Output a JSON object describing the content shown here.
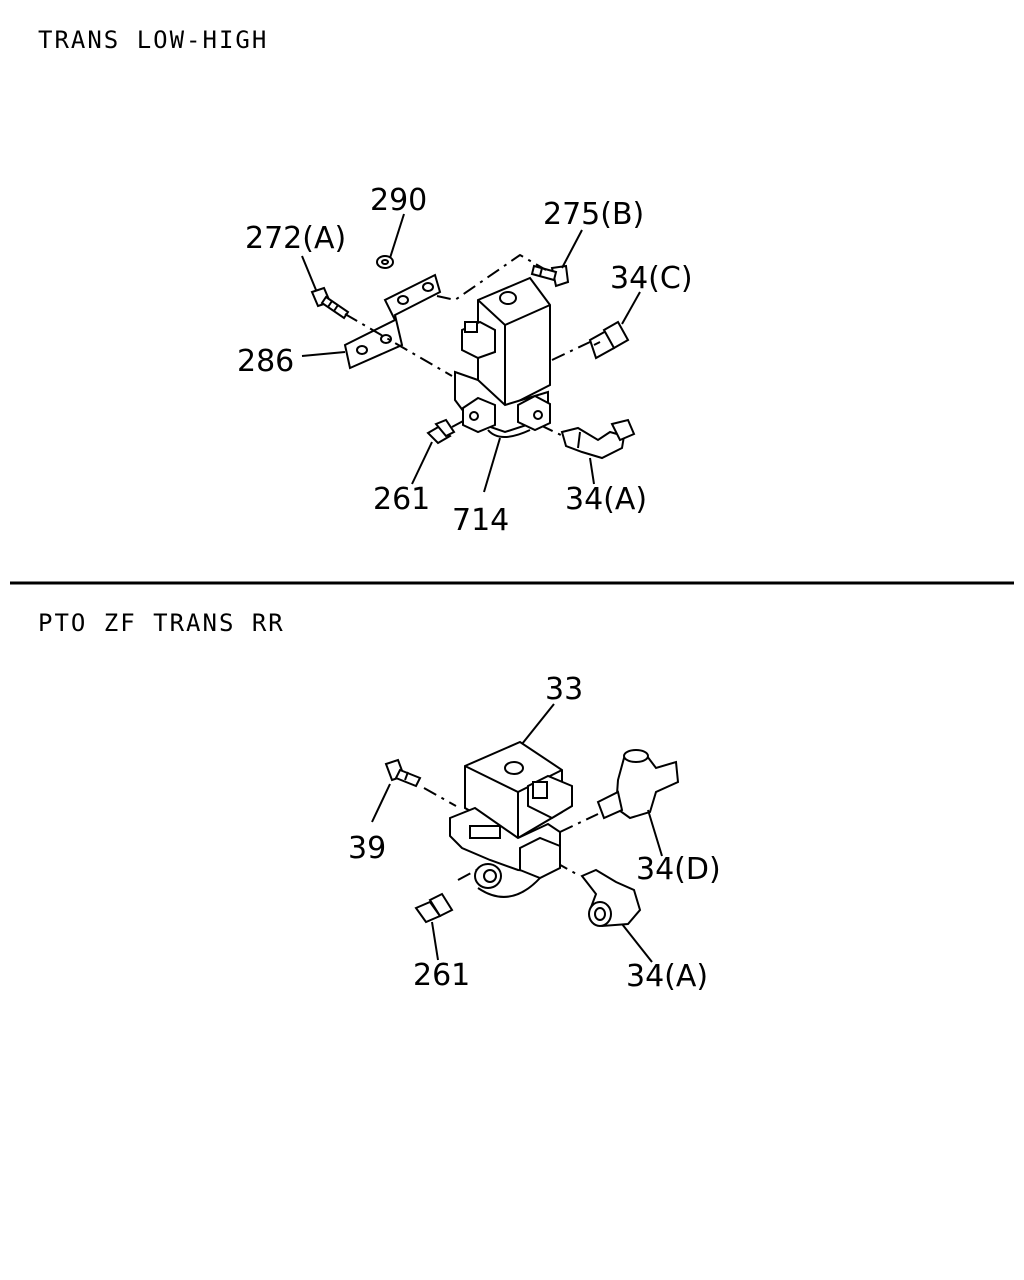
{
  "sections": [
    {
      "title": "TRANS LOW-HIGH",
      "callouts": [
        "290",
        "272(A)",
        "275(B)",
        "34(C)",
        "286",
        "261",
        "714",
        "34(A)"
      ]
    },
    {
      "title": "PTO ZF TRANS RR",
      "callouts": [
        "33",
        "39",
        "34(D)",
        "261",
        "34(A)"
      ]
    }
  ]
}
